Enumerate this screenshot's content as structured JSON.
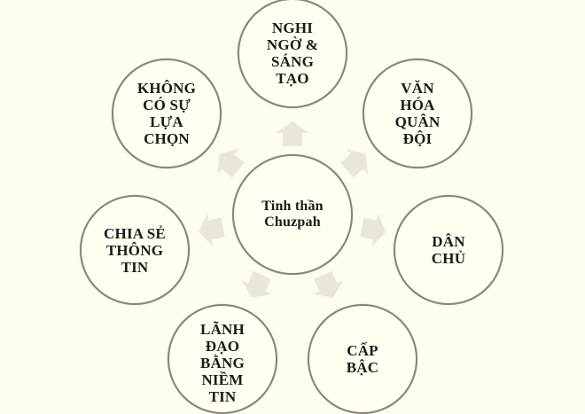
{
  "diagram": {
    "type": "radial-cycle",
    "background_color": "#fefeee",
    "circle_border_color": "#8a8478",
    "arrow_color": "#ebe7d8",
    "center": {
      "label": "Tinh thần\nChuzpah"
    },
    "nodes": [
      {
        "id": "top",
        "label": "NGHI\nNGỜ &\nSÁNG\nTẠO"
      },
      {
        "id": "top-right",
        "label": "VĂN\nHÓA\nQUÂN\nĐỘI"
      },
      {
        "id": "right",
        "label": "DÂN\nCHỦ"
      },
      {
        "id": "bottom-right",
        "label": "CẤP\nBẬC"
      },
      {
        "id": "bottom-left",
        "label": "LÃNH\nĐẠO\nBẰNG\nNIỀM\nTIN"
      },
      {
        "id": "left",
        "label": "CHIA SẺ\nTHÔNG\nTIN"
      },
      {
        "id": "top-left",
        "label": "KHÔNG\nCÓ SỰ\nLỰA\nCHỌN"
      }
    ],
    "arrows": [
      {
        "direction": "up",
        "icon": "arrow-up-icon"
      },
      {
        "direction": "up-right",
        "icon": "arrow-up-right-icon"
      },
      {
        "direction": "right",
        "icon": "arrow-right-icon"
      },
      {
        "direction": "down-right",
        "icon": "arrow-down-right-icon"
      },
      {
        "direction": "down-left",
        "icon": "arrow-down-left-icon"
      },
      {
        "direction": "left",
        "icon": "arrow-left-icon"
      },
      {
        "direction": "up-left",
        "icon": "arrow-up-left-icon"
      }
    ]
  }
}
